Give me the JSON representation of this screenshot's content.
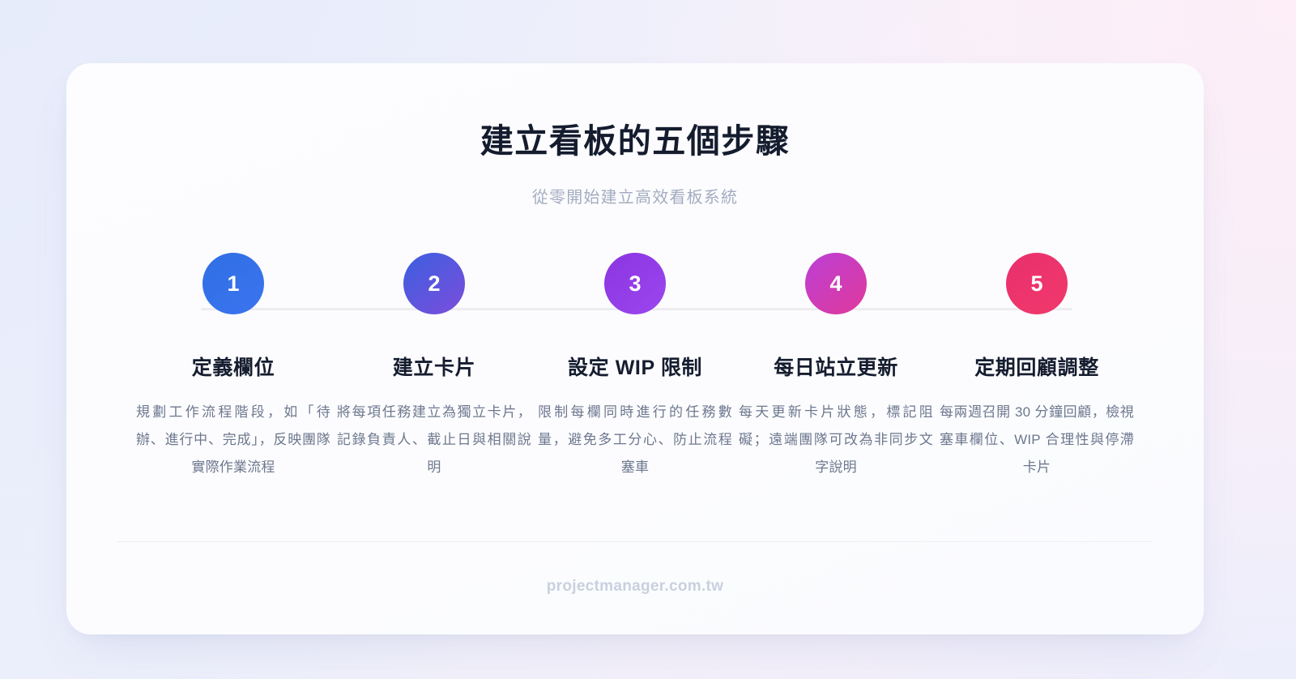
{
  "header": {
    "title": "建立看板的五個步驟",
    "subtitle": "從零開始建立高效看板系統"
  },
  "steps": [
    {
      "number": "1",
      "title": "定義欄位",
      "desc": "規劃工作流程階段，如「待辦、進行中、完成」，反映團隊實際作業流程",
      "color_start": "#2f6fe4",
      "color_end": "#3b74ef"
    },
    {
      "number": "2",
      "title": "建立卡片",
      "desc": "將每項任務建立為獨立卡片，記錄負責人、截止日與相關說明",
      "color_start": "#3b5fe0",
      "color_end": "#7c4ddb"
    },
    {
      "number": "3",
      "title": "設定 WIP 限制",
      "desc": "限制每欄同時進行的任務數量，避免多工分心、防止流程塞車",
      "color_start": "#8b35e0",
      "color_end": "#9b46ef"
    },
    {
      "number": "4",
      "title": "每日站立更新",
      "desc": "每天更新卡片狀態，標記阻礙；遠端團隊可改為非同步文字說明",
      "color_start": "#bb3fd6",
      "color_end": "#e0399a"
    },
    {
      "number": "5",
      "title": "定期回顧調整",
      "desc": "每兩週召開 30 分鐘回顧，檢視塞車欄位、WIP 合理性與停滯卡片",
      "color_start": "#ea2f6e",
      "color_end": "#f0396b"
    }
  ],
  "footer": {
    "site_name": "projectmanager.com.tw"
  },
  "theme": {
    "title_color": "#141c2e",
    "subtitle_color": "#a3acc0",
    "desc_color": "#6d788e",
    "connector_color": "#ededf1",
    "footer_color": "#c9d0de"
  }
}
